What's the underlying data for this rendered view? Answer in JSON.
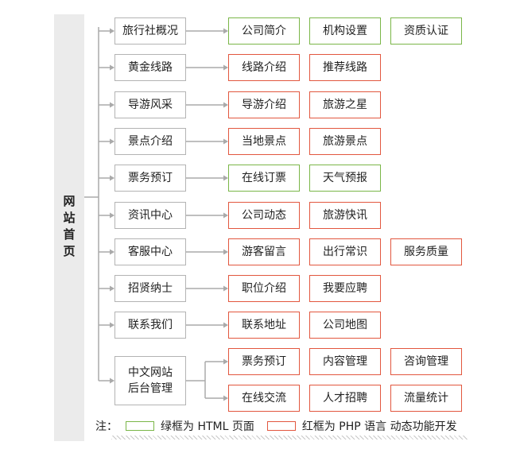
{
  "root": {
    "label": "网站首页"
  },
  "colors": {
    "connector": "#aaaaaa",
    "html_border": "#7ab648",
    "php_border": "#e2573f",
    "category_border": "#b3b3b3"
  },
  "categories": [
    {
      "label": "旅行社概况",
      "children": [
        {
          "label": "公司简介",
          "kind": "html"
        },
        {
          "label": "机构设置",
          "kind": "html"
        },
        {
          "label": "资质认证",
          "kind": "html"
        }
      ]
    },
    {
      "label": "黄金线路",
      "children": [
        {
          "label": "线路介绍",
          "kind": "php"
        },
        {
          "label": "推荐线路",
          "kind": "php"
        }
      ]
    },
    {
      "label": "导游风采",
      "children": [
        {
          "label": "导游介绍",
          "kind": "php"
        },
        {
          "label": "旅游之星",
          "kind": "php"
        }
      ]
    },
    {
      "label": "景点介绍",
      "children": [
        {
          "label": "当地景点",
          "kind": "php"
        },
        {
          "label": "旅游景点",
          "kind": "php"
        }
      ]
    },
    {
      "label": "票务预订",
      "children": [
        {
          "label": "在线订票",
          "kind": "html"
        },
        {
          "label": "天气预报",
          "kind": "html"
        }
      ]
    },
    {
      "label": "资讯中心",
      "children": [
        {
          "label": "公司动态",
          "kind": "php"
        },
        {
          "label": "旅游快讯",
          "kind": "php"
        }
      ]
    },
    {
      "label": "客服中心",
      "children": [
        {
          "label": "游客留言",
          "kind": "php"
        },
        {
          "label": "出行常识",
          "kind": "php"
        },
        {
          "label": "服务质量",
          "kind": "php"
        }
      ]
    },
    {
      "label": "招贤纳士",
      "children": [
        {
          "label": "职位介绍",
          "kind": "php"
        },
        {
          "label": "我要应聘",
          "kind": "php"
        }
      ]
    },
    {
      "label": "联系我们",
      "children": [
        {
          "label": "联系地址",
          "kind": "php"
        },
        {
          "label": "公司地图",
          "kind": "php"
        }
      ]
    }
  ],
  "admin": {
    "label_line1": "中文网站",
    "label_line2": "后台管理",
    "rows": [
      [
        {
          "label": "票务预订",
          "kind": "php"
        },
        {
          "label": "内容管理",
          "kind": "php"
        },
        {
          "label": "咨询管理",
          "kind": "php"
        }
      ],
      [
        {
          "label": "在线交流",
          "kind": "php"
        },
        {
          "label": "人才招聘",
          "kind": "php"
        },
        {
          "label": "流量统计",
          "kind": "php"
        }
      ]
    ]
  },
  "legend": {
    "prefix": "注：",
    "html_text": "绿框为 HTML 页面",
    "php_text": "红框为 PHP 语言 动态功能开发"
  }
}
